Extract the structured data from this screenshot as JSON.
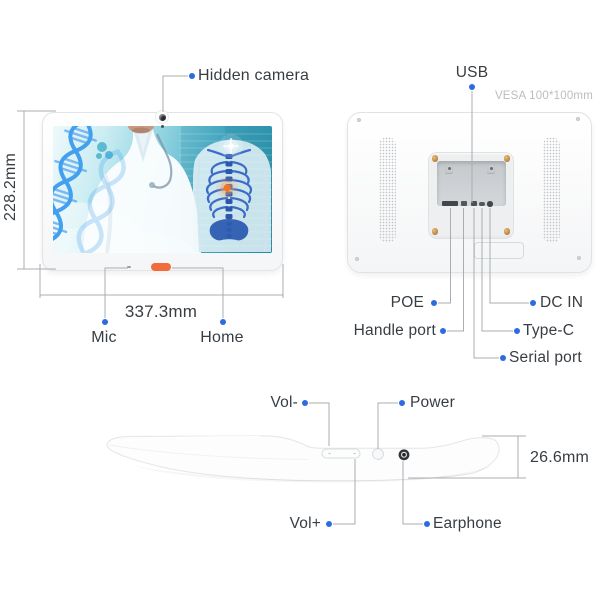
{
  "colors": {
    "accent_blue": "#2f6be0",
    "leader_gray": "#a9aeb2",
    "text_dark": "#383d42",
    "text_muted": "#b9bec3",
    "home_orange": "#f26b3a",
    "screw_bronze": "#c08a44",
    "screen_teal": "#2e93ad",
    "dna_blue": "#42a0ee",
    "rib_blue": "#2d5cb0",
    "spot_orange": "#f5761f"
  },
  "front_view": {
    "height_dimension": "228.2mm",
    "width_dimension": "337.3mm",
    "camera_label": "Hidden camera",
    "mic_label": "Mic",
    "home_label": "Home"
  },
  "back_view": {
    "usb_label": "USB",
    "vesa_label": "VESA 100*100mm",
    "poe_label": "POE",
    "handle_port_label": "Handle port",
    "dc_in_label": "DC IN",
    "type_c_label": "Type-C",
    "serial_port_label": "Serial port"
  },
  "side_view": {
    "vol_minus_label": "Vol-",
    "vol_plus_label": "Vol+",
    "power_label": "Power",
    "earphone_label": "Earphone",
    "thickness_dimension": "26.6mm"
  }
}
